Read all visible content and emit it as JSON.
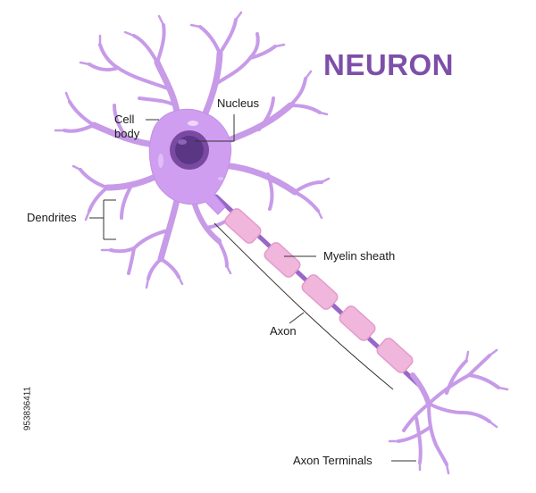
{
  "title": "NEURON",
  "labels": {
    "cell_body_line1": "Cell",
    "cell_body_line2": "body",
    "nucleus": "Nucleus",
    "dendrites": "Dendrites",
    "myelin_sheath": "Myelin sheath",
    "axon": "Axon",
    "axon_terminals": "Axon Terminals"
  },
  "side_id": "953836411",
  "colors": {
    "neuron": "#c79be8",
    "neuron_dark": "#b484dc",
    "cell_body": "#cf9ef0",
    "nucleus": "#7a4aa3",
    "nucleus_inner": "#5b3685",
    "myelin": "#f0b6dc",
    "myelin_edge": "#e49ccb",
    "axon": "#9867c7",
    "title": "#7d4fa8",
    "leader": "#333333"
  }
}
